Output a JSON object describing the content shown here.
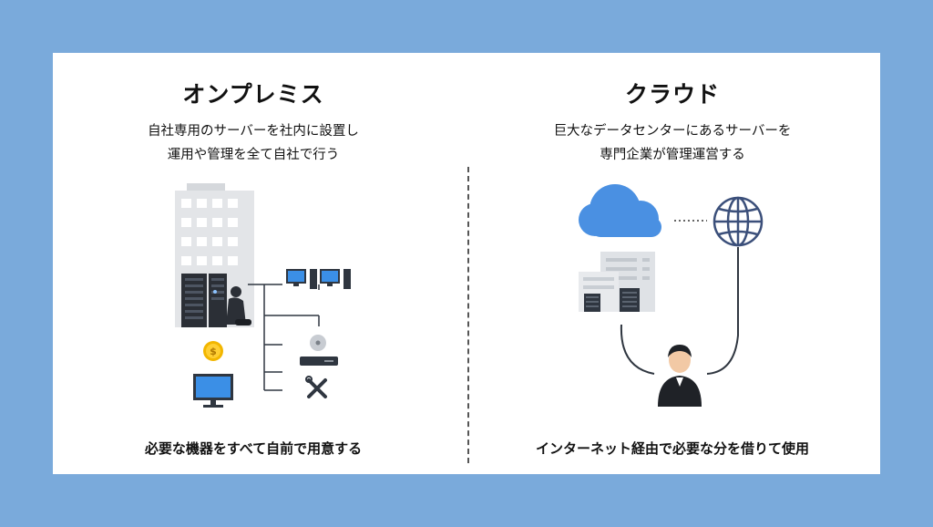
{
  "left": {
    "title": "オンプレミス",
    "desc_line1": "自社専用のサーバーを社内に設置し",
    "desc_line2": "運用や管理を全て自社で行う",
    "footer": "必要な機器をすべて自前で用意する",
    "icons": [
      "office-building-icon",
      "server-rack-icon",
      "technician-icon",
      "coin-icon",
      "monitor-icon",
      "desktop-computers-icon",
      "disc-drive-icon",
      "tools-icon"
    ]
  },
  "right": {
    "title": "クラウド",
    "desc_line1": "巨大なデータセンターにあるサーバーを",
    "desc_line2": "専門企業が管理運営する",
    "footer": "インターネット経由で必要な分を借りて使用",
    "icons": [
      "cloud-icon",
      "globe-icon",
      "data-center-icon",
      "user-icon"
    ]
  },
  "colors": {
    "background": "#7aaadb",
    "card": "#ffffff",
    "cloud": "#4a90e2",
    "globe": "#3b4f7a",
    "building": "#e3e5e8"
  }
}
